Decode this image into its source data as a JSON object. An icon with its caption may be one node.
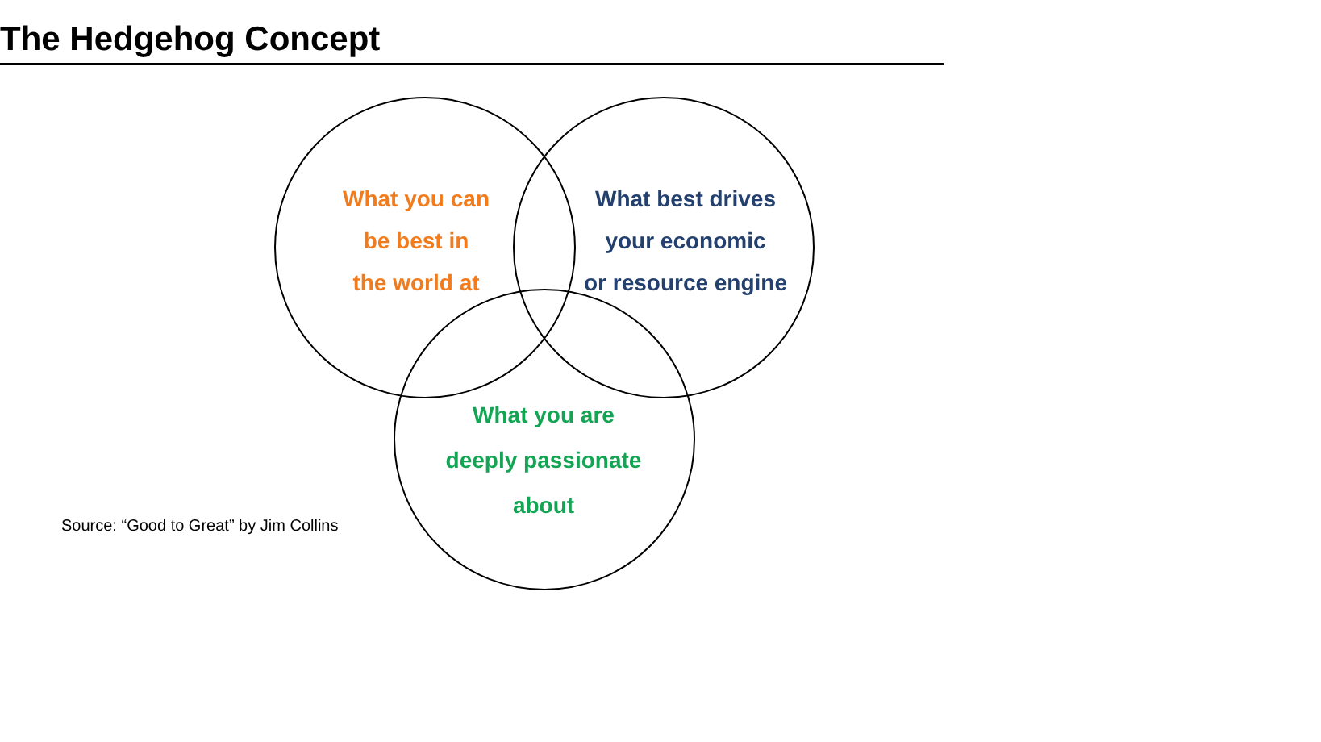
{
  "diagram": {
    "title": "The Hedgehog Concept",
    "nodes": [
      {
        "text": [
          "What you can be best in the world at"
        ]
      },
      {
        "text": [
          "What best drives your economic or resource engine"
        ]
      },
      {
        "text": [
          "What you are deeply passionate about"
        ]
      }
    ],
    "labels": [
      "Source: “Good to Great” by Jim Collins"
    ]
  }
}
